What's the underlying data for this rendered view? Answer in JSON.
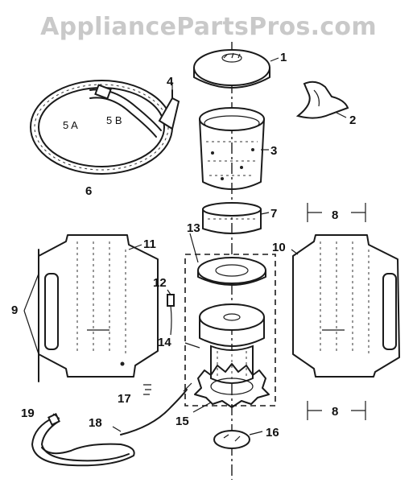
{
  "watermark": "AppliancePartsPros.com",
  "callouts": {
    "p1": "1",
    "p2": "2",
    "p3": "3",
    "p4": "4",
    "p5a": "5 A",
    "p5b": "5 B",
    "p6": "6",
    "p7": "7",
    "p8_top": "8",
    "p8_bottom": "8",
    "p9": "9",
    "p10": "10",
    "p11": "11",
    "p12": "12",
    "p13": "13",
    "p14": "14",
    "p15": "15",
    "p16": "16",
    "p17": "17",
    "p18": "18",
    "p19": "19"
  }
}
